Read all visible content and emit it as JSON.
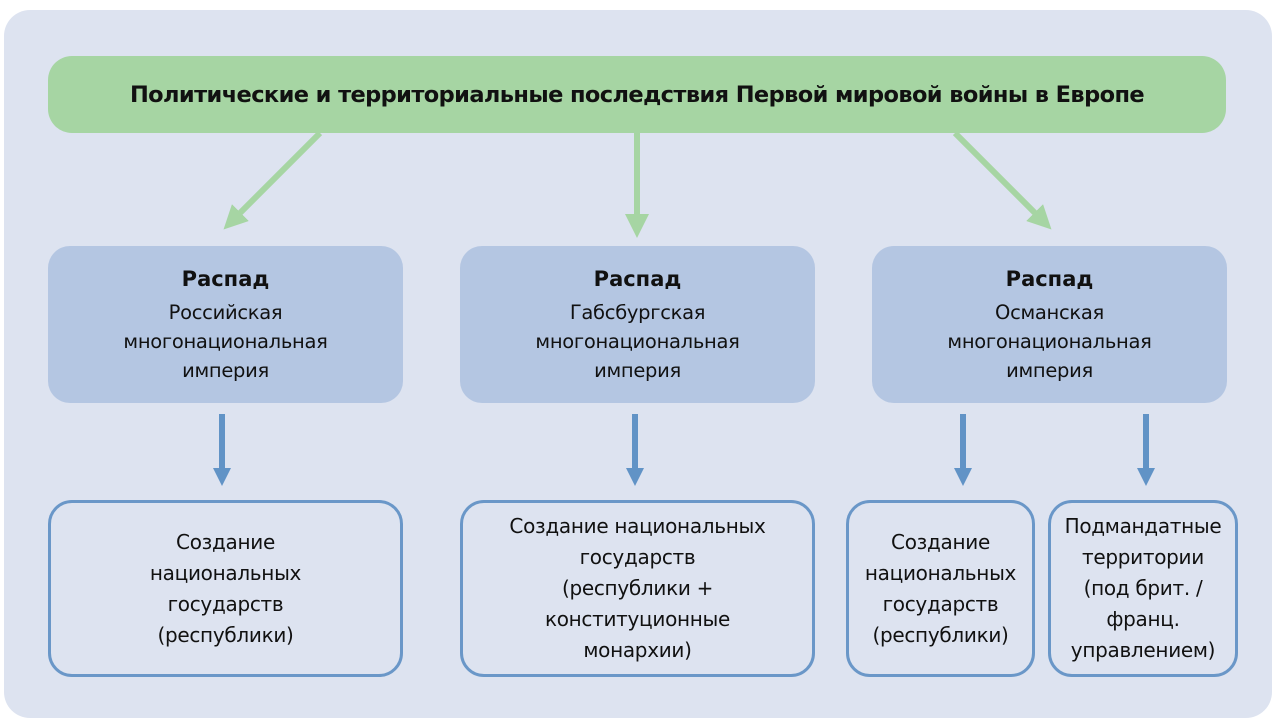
{
  "title": "Политические и территориальные последствия Первой мировой войны в Европе",
  "colors": {
    "panel_bg": "#dde3f0",
    "top_box": "#a6d5a3",
    "green_arrow": "#a6d5a3",
    "mid_box": "#b4c6e2",
    "blue_arrow": "#6193c6",
    "bottom_border": "#6a97c8"
  },
  "empires": [
    {
      "heading": "Распад",
      "lines": [
        "Российская",
        "многонациональная",
        "империя"
      ]
    },
    {
      "heading": "Распад",
      "lines": [
        "Габсбургская",
        "многонациональная",
        "империя"
      ]
    },
    {
      "heading": "Распад",
      "lines": [
        "Османская",
        "многонациональная",
        "империя"
      ]
    }
  ],
  "outcomes": [
    {
      "lines": [
        "Создание",
        "национальных",
        "государств",
        "(республики)"
      ]
    },
    {
      "lines": [
        "Создание национальных",
        "государств",
        "(республики +",
        "конституционные",
        "монархии)"
      ]
    },
    {
      "lines": [
        "Создание",
        "национальных",
        "государств",
        "(республики)"
      ]
    },
    {
      "lines": [
        "Подмандатные",
        "территории",
        "(под брит. /",
        "франц.",
        "управлением)"
      ]
    }
  ]
}
